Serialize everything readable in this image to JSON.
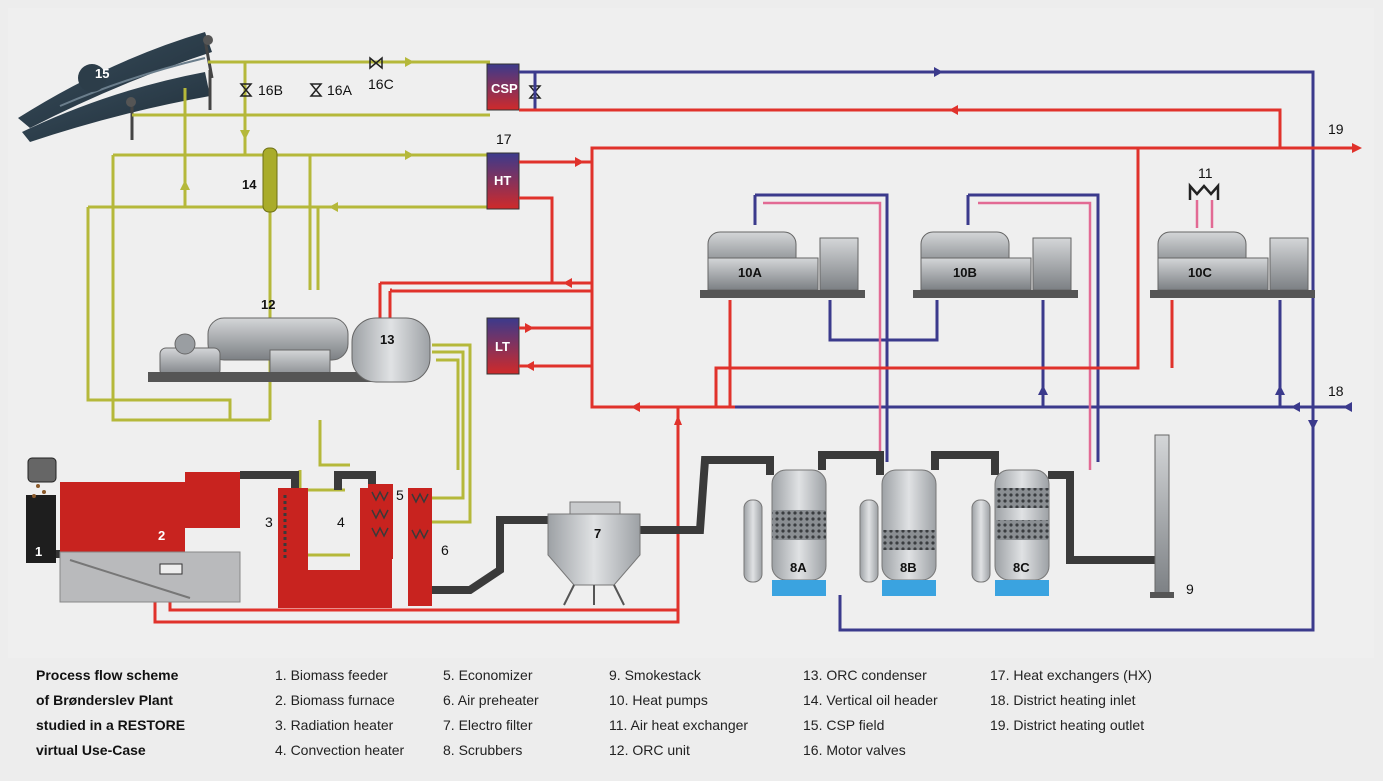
{
  "diagram": {
    "node_labels": {
      "n1": "1",
      "n2": "2",
      "n3": "3",
      "n4": "4",
      "n5": "5",
      "n6": "6",
      "n7": "7",
      "n8a": "8A",
      "n8b": "8B",
      "n8c": "8C",
      "n9": "9",
      "n10a": "10A",
      "n10b": "10B",
      "n10c": "10C",
      "n11": "11",
      "n12": "12",
      "n13": "13",
      "n14": "14",
      "n15": "15",
      "n16a": "16A",
      "n16b": "16B",
      "n16c": "16C",
      "n17": "17",
      "n18": "18",
      "n19": "19"
    },
    "hx_labels": {
      "csp": "CSP",
      "ht": "HT",
      "lt": "LT"
    },
    "colors": {
      "oil": "#b5b83a",
      "hot": "#e0322b",
      "cold": "#3b3a8c",
      "flue": "#3a3a3a",
      "furnace": "#c8231f",
      "scrubber_water": "#3aa3e0",
      "hx_top": "#3b3a8c",
      "hx_bottom": "#d02a2a"
    }
  },
  "legend": {
    "caption": [
      "Process flow scheme",
      "of Brønderslev Plant",
      "studied in a RESTORE",
      "virtual Use-Case"
    ],
    "columns": [
      [
        "1. Biomass feeder",
        "2. Biomass furnace",
        "3. Radiation heater",
        "4. Convection heater"
      ],
      [
        "5. Economizer",
        "6. Air preheater",
        "7. Electro filter",
        "8. Scrubbers"
      ],
      [
        "9. Smokestack",
        "10. Heat pumps",
        "11. Air heat exchanger",
        "12. ORC unit"
      ],
      [
        "13. ORC condenser",
        "14. Vertical oil header",
        "15. CSP field",
        "16. Motor valves"
      ],
      [
        "17. Heat exchangers (HX)",
        "18. District heating inlet",
        "19. District heating outlet"
      ]
    ]
  }
}
